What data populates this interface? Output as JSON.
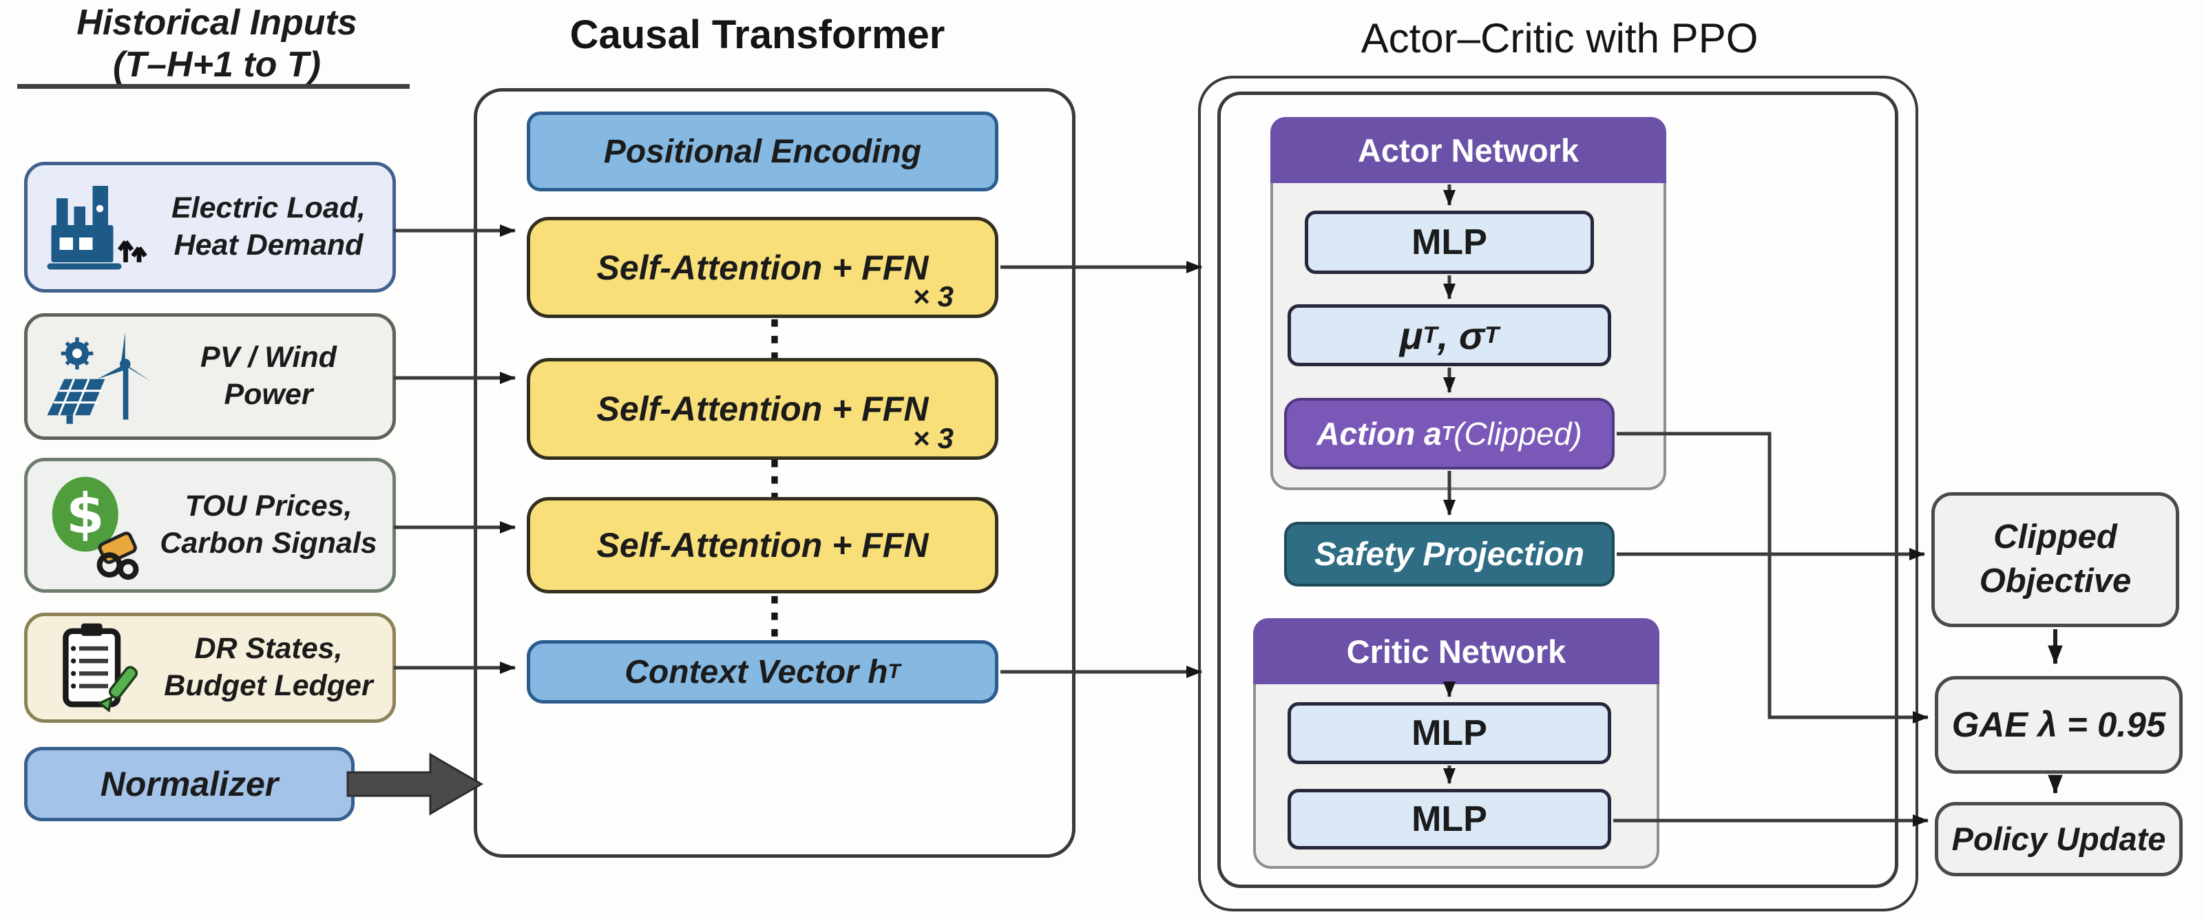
{
  "palette": {
    "line": "#3a3a3a",
    "sky_blue_block": "#85b9e2",
    "normalizer_blue": "#a3c3e8",
    "attention_yellow": "#f8df79",
    "network_header_purple": "#6b51a8",
    "action_purple": "#7a58b8",
    "safety_teal": "#2e6d83",
    "mlp_light_blue": "#dbe8f6",
    "panel_gray": "#f1f1ef",
    "input_blue": "#e7ecf8",
    "input_gray": "#f0f0ed",
    "input_cream": "#f5efdb"
  },
  "left": {
    "title_line1": "Historical Inputs",
    "title_line2": "(T–H+1 to T)",
    "inputs": [
      {
        "line1": "Electric Load,",
        "line2": "Heat Demand",
        "icon": "factory-icon"
      },
      {
        "line1": "PV / Wind",
        "line2": "Power",
        "icon": "solar-wind-icon"
      },
      {
        "line1": "TOU Prices,",
        "line2": "Carbon Signals",
        "icon": "dollar-tag-icon"
      },
      {
        "line1": "DR States,",
        "line2": "Budget Ledger",
        "icon": "clipboard-pen-icon"
      }
    ],
    "normalizer_label": "Normalizer"
  },
  "transformer": {
    "title": "Causal Transformer",
    "positional_encoding": "Positional Encoding",
    "attention_blocks": [
      {
        "label": "Self-Attention + FFN",
        "multiplier": "× 3"
      },
      {
        "label": "Self-Attention + FFN",
        "multiplier": "× 3"
      },
      {
        "label": "Self-Attention + FFN",
        "multiplier": ""
      }
    ],
    "dots": "⋮",
    "context_vector": {
      "text": "Context Vector h",
      "sub": "T"
    }
  },
  "actor_critic": {
    "title": "Actor–Critic with PPO",
    "actor": {
      "header": "Actor Network",
      "mlp": "MLP",
      "mu_sigma": {
        "p1": "μ",
        "s1": "T",
        "p2": ", σ",
        "s2": "T"
      },
      "action": {
        "pre": "Action a",
        "sub": "T",
        "post": " (Clipped)"
      }
    },
    "safety_projection": "Safety Projection",
    "critic": {
      "header": "Critic Network",
      "mlp1": "MLP",
      "mlp2": "MLP"
    }
  },
  "ppo": {
    "clipped_line1": "Clipped",
    "clipped_line2": "Objective",
    "gae": "GAE λ = 0.95",
    "policy_update": "Policy Update"
  }
}
